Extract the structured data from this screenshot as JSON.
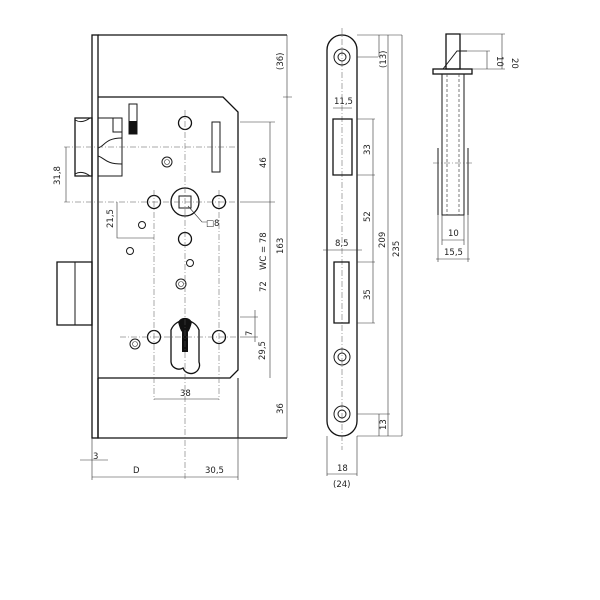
{
  "drawing": {
    "subject": "Mortise lock technical drawing",
    "views": [
      "front-view",
      "forend-side-view",
      "bolt-side-view"
    ]
  },
  "front_view": {
    "dimensions": {
      "top_offset": "(36)",
      "latch_height": "31,8",
      "spindle_to_bolt_top": "46",
      "offset_21_5": "21,5",
      "spindle_square": "□8",
      "wc": "WC = 78",
      "distance_72": "72",
      "total_163": "163",
      "cylinder_7": "7",
      "cylinder_29_5": "29,5",
      "cylinder_width": "38",
      "bottom_offset": "36",
      "forend_thickness": "3",
      "backset": "D",
      "backset_right": "30,5"
    }
  },
  "forend_view": {
    "dimensions": {
      "top_hole": "(13)",
      "latch_width": "11,5",
      "latch_height": "33",
      "spacing_52": "52",
      "bolt_width": "8,5",
      "bolt_height": "35",
      "hole_spacing": "209",
      "total_length": "235",
      "bottom_hole": "13",
      "width": "18",
      "width_alt": "(24)"
    }
  },
  "bolt_view": {
    "dimensions": {
      "head_height": "20",
      "step_height": "10",
      "inner_width": "10",
      "outer_width": "15,5"
    }
  }
}
